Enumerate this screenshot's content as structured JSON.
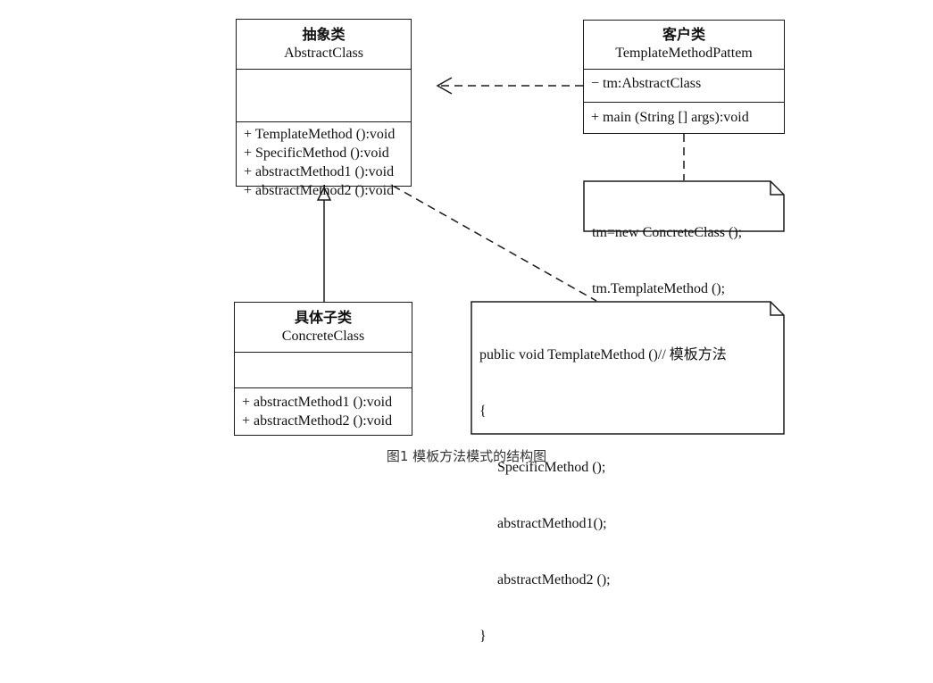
{
  "abstract_class": {
    "stereotype_zh": "抽象类",
    "name": "AbstractClass",
    "attributes": [],
    "operations": [
      "+ TemplateMethod ():void",
      "+ SpecificMethod ():void",
      "+ abstractMethod1 ():void",
      "+ abstractMethod2 ():void"
    ]
  },
  "client_class": {
    "stereotype_zh": "客户类",
    "name": "TemplateMethodPattem",
    "attributes": [
      "− tm:AbstractClass"
    ],
    "operations": [
      "+ main (String [] args):void"
    ]
  },
  "concrete_class": {
    "stereotype_zh": "具体子类",
    "name": "ConcreteClass",
    "attributes": [],
    "operations": [
      "+ abstractMethod1 ():void",
      "+ abstractMethod2 ():void"
    ]
  },
  "client_note": {
    "lines": [
      "tm=new ConcreteClass ();",
      "tm.TemplateMethod ();"
    ]
  },
  "template_note": {
    "lines": [
      "public void TemplateMethod ()// 模板方法",
      "{",
      "     SpecificMethod ();",
      "     abstractMethod1();",
      "     abstractMethod2 ();",
      "}"
    ]
  },
  "caption": "图1 模板方法模式的结构图"
}
